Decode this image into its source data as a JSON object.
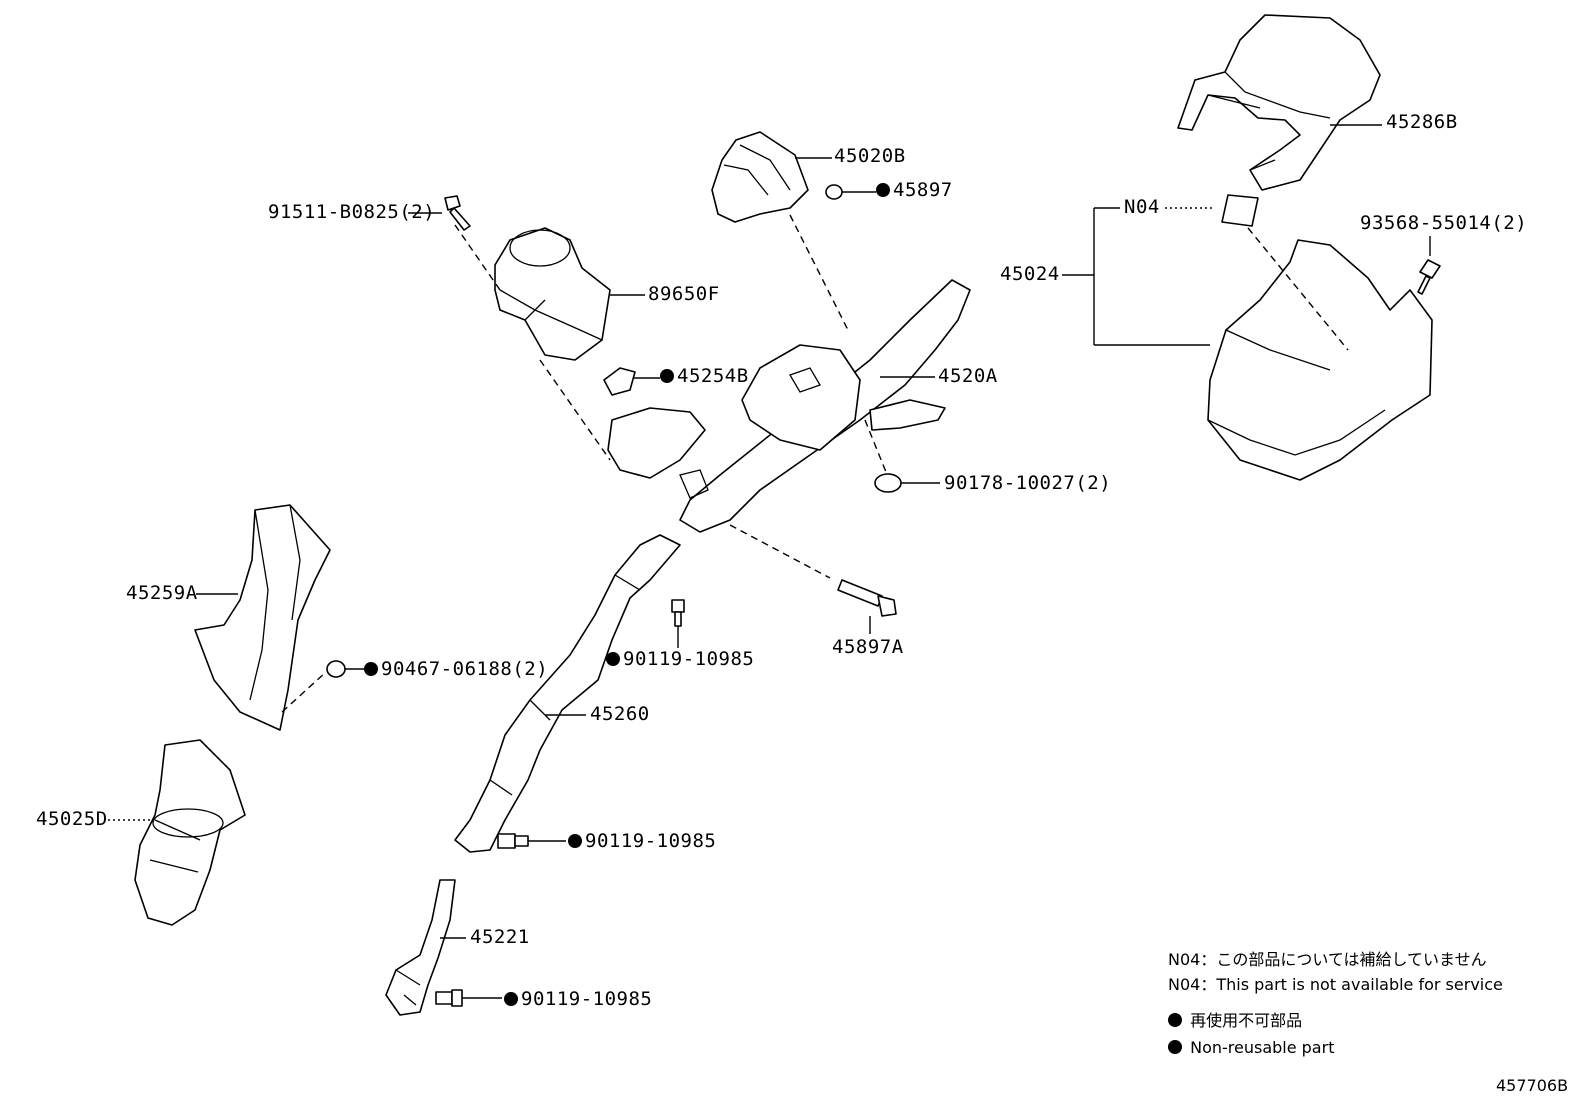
{
  "labels": {
    "p45286B": "45286B",
    "p45020B": "45020B",
    "p45897": "45897",
    "p91511": "91511-B0825(2)",
    "pN04": "N04",
    "p93568": "93568-55014(2)",
    "p45024": "45024",
    "p89650F": "89650F",
    "p4520A": "4520A",
    "p45254B": "45254B",
    "p90178": "90178-10027(2)",
    "p45259A": "45259A",
    "p45897A": "45897A",
    "p90119a": "90119-10985",
    "p90467": "90467-06188(2)",
    "p45260": "45260",
    "p45025D": "45025D",
    "p90119b": "90119-10985",
    "p45221": "45221",
    "p90119c": "90119-10985"
  },
  "notes": {
    "n04_jp": "N04：この部品については補給していません",
    "n04_en": "N04：This part is not available for service",
    "nonreuse_jp": "再使用不可部品",
    "nonreuse_en": "Non-reusable part"
  },
  "diagram_id": "457706B"
}
